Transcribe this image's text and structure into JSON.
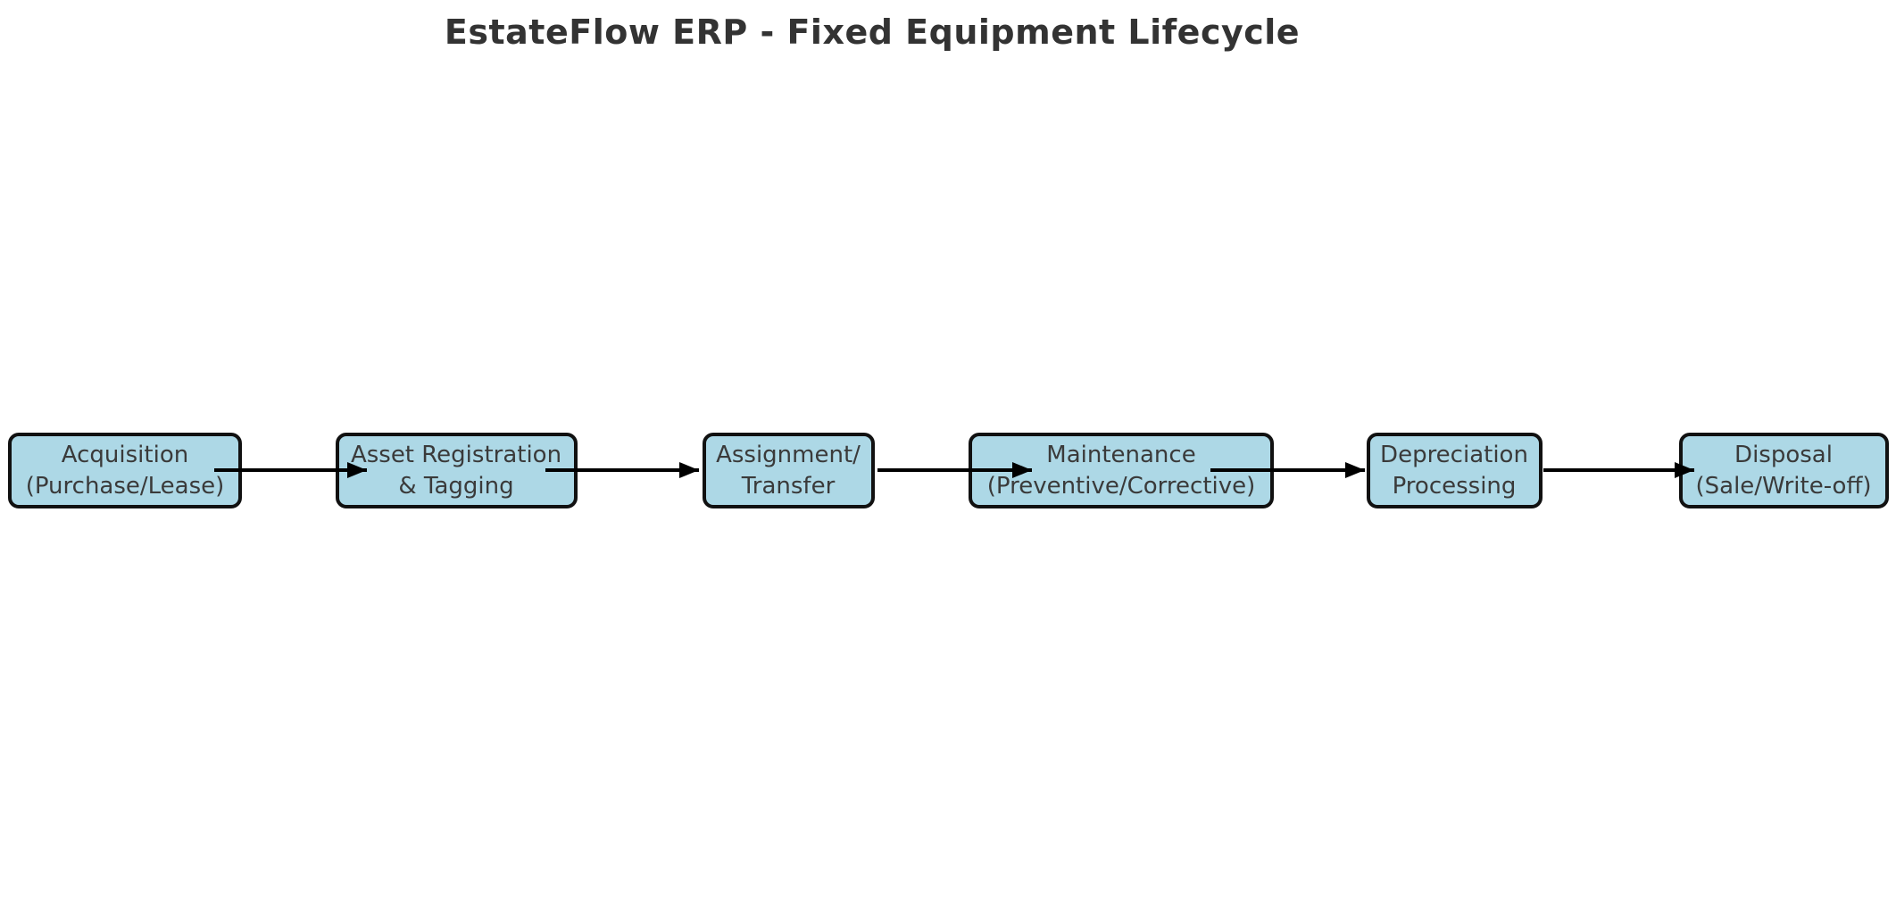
{
  "title": "EstateFlow ERP - Fixed Equipment Lifecycle",
  "diagram": {
    "type": "flowchart",
    "direction": "left-to-right",
    "nodes": [
      {
        "id": "acquisition",
        "line1": "Acquisition",
        "line2": "(Purchase/Lease)"
      },
      {
        "id": "asset-registration",
        "line1": "Asset Registration",
        "line2": "& Tagging"
      },
      {
        "id": "assignment-transfer",
        "line1": "Assignment/",
        "line2": "Transfer"
      },
      {
        "id": "maintenance",
        "line1": "Maintenance",
        "line2": "(Preventive/Corrective)"
      },
      {
        "id": "depreciation",
        "line1": "Depreciation",
        "line2": "Processing"
      },
      {
        "id": "disposal",
        "line1": "Disposal",
        "line2": "(Sale/Write-off)"
      }
    ],
    "connections": [
      {
        "from": 0,
        "to": 1
      },
      {
        "from": 1,
        "to": 2
      },
      {
        "from": 2,
        "to": 3
      },
      {
        "from": 3,
        "to": 4
      },
      {
        "from": 4,
        "to": 5
      }
    ]
  },
  "colors": {
    "background": "#ffffff",
    "node_fill": "#add8e6",
    "node_border": "#111111",
    "node_text": "#3a3a3a",
    "arrow": "#000000",
    "title_text": "#333333"
  }
}
